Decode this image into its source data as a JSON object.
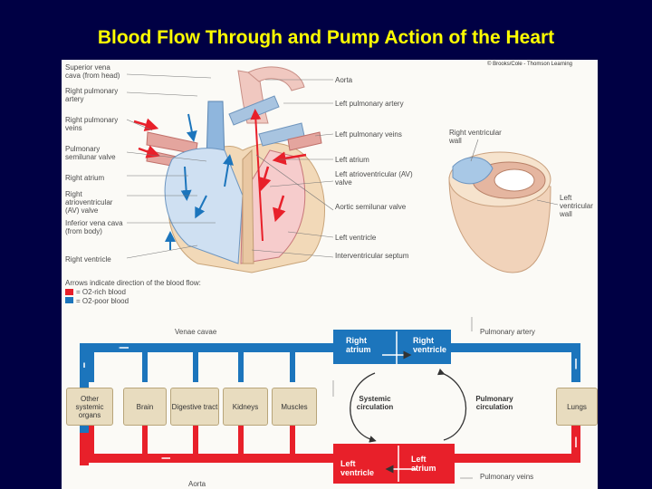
{
  "title": "Blood Flow Through and Pump Action of the Heart",
  "copyright": "© Brooks/Cole - Thomson Learning",
  "left_labels": [
    "Superior vena cava (from head)",
    "Right pulmonary artery",
    "Right pulmonary veins",
    "Pulmonary semilunar valve",
    "Right atrium",
    "Right atrioventricular (AV) valve",
    "Inferior vena cava (from body)",
    "Right ventricle"
  ],
  "right_labels": [
    "Aorta",
    "Left pulmonary artery",
    "Left pulmonary veins",
    "Left atrium",
    "Left atrioventricular (AV) valve",
    "Aortic semilunar valve",
    "Left ventricle",
    "Interventricular septum"
  ],
  "wall_labels": {
    "right_wall": "Right ventricular wall",
    "left_wall": "Left ventricular wall"
  },
  "legend": {
    "title": "Arrows indicate direction of the blood flow:",
    "rich": "= O2-rich blood",
    "poor": "= O2-poor blood",
    "rich_color": "#e8202a",
    "poor_color": "#1c75bc"
  },
  "circuit": {
    "venae_cavae": "Venae cavae",
    "pulmonary_artery": "Pulmonary artery",
    "aorta": "Aorta",
    "pulmonary_veins": "Pulmonary veins",
    "right_atrium": "Right atrium",
    "right_ventricle": "Right ventricle",
    "left_ventricle": "Left ventricle",
    "left_atrium": "Left atrium",
    "systemic": "Systemic circulation",
    "pulmonary": "Pulmonary circulation",
    "organs": [
      "Other systemic organs",
      "Brain",
      "Digestive tract",
      "Kidneys",
      "Muscles"
    ],
    "lungs": "Lungs"
  },
  "colors": {
    "background": "#000044",
    "title": "#ffff00",
    "blue_vessel": "#1c75bc",
    "red_vessel": "#e8202a",
    "organ_box": "#e8dcbf"
  }
}
